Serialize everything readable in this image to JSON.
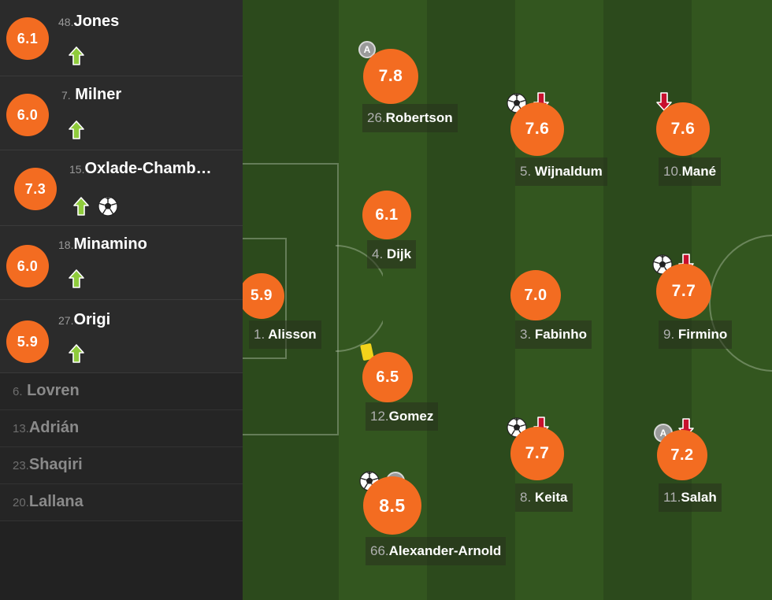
{
  "colors": {
    "rating_bg": "#f36c21",
    "sub_in_arrow": "#8fcb3c",
    "sub_out_arrow": "#c8102e",
    "yellow_card": "#f2d31b",
    "pitch_dark": "#2c4a1c",
    "pitch_light": "#33561f"
  },
  "substitutes": [
    {
      "number": "48.",
      "name": "Jones",
      "rating": "6.1",
      "icon": "arrow-up-icon"
    },
    {
      "number": "7.",
      "name": "Milner",
      "rating": "6.0",
      "icon": "arrow-up-icon"
    },
    {
      "number": "15.",
      "name": "Oxlade-Chamb…",
      "rating": "7.3",
      "icon": "arrow-up-icon",
      "goal": true
    },
    {
      "number": "18.",
      "name": "Minamino",
      "rating": "6.0",
      "icon": "arrow-up-icon"
    },
    {
      "number": "27.",
      "name": "Origi",
      "rating": "5.9",
      "icon": "arrow-up-icon"
    }
  ],
  "unused": [
    {
      "number": "6.",
      "name": "Lovren"
    },
    {
      "number": "13.",
      "name": "Adrián"
    },
    {
      "number": "23.",
      "name": "Shaqiri"
    },
    {
      "number": "20.",
      "name": "Lallana"
    }
  ],
  "players": [
    {
      "number": "1.",
      "name": "Alisson",
      "rating": "5.9"
    },
    {
      "number": "26.",
      "name": "Robertson",
      "rating": "7.8",
      "captain": "A"
    },
    {
      "number": "4.",
      "name": "Dijk",
      "rating": "6.1"
    },
    {
      "number": "12.",
      "name": "Gomez",
      "rating": "6.5",
      "yellow_card": true
    },
    {
      "number": "66.",
      "name": "Alexander-Arnold",
      "rating": "8.5",
      "captain": "A",
      "goal": true
    },
    {
      "number": "5.",
      "name": "Wijnaldum",
      "rating": "7.6",
      "goal": true,
      "sub_out": true
    },
    {
      "number": "3.",
      "name": "Fabinho",
      "rating": "7.0"
    },
    {
      "number": "8.",
      "name": "Keita",
      "rating": "7.7",
      "goal": true,
      "sub_out": true
    },
    {
      "number": "10.",
      "name": "Mané",
      "rating": "7.6",
      "sub_out": true
    },
    {
      "number": "9.",
      "name": "Firmino",
      "rating": "7.7",
      "goal": true,
      "sub_out": true
    },
    {
      "number": "11.",
      "name": "Salah",
      "rating": "7.2",
      "captain": "A",
      "sub_out": true
    }
  ]
}
